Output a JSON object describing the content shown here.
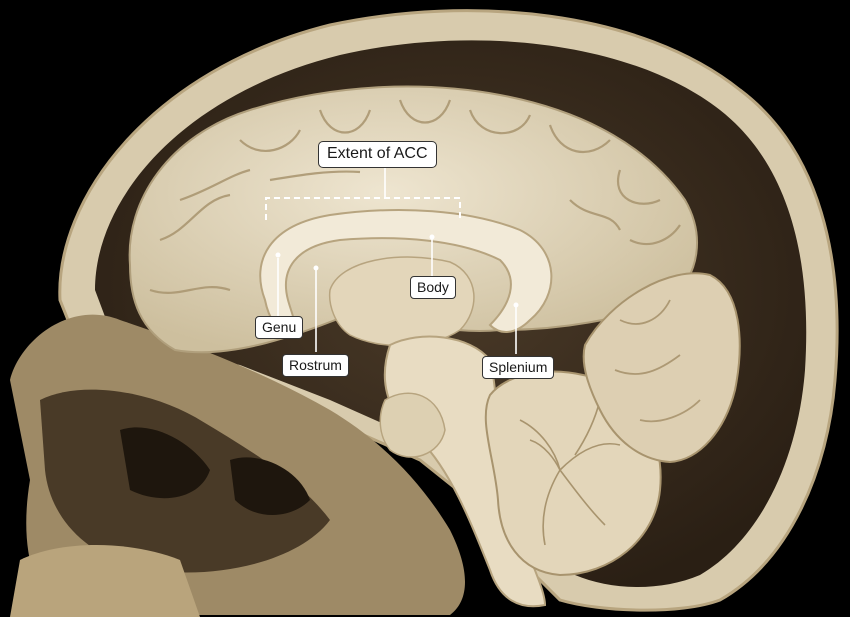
{
  "image": {
    "subject": "Midsagittal section of the human head showing the brain within the skull",
    "colors": {
      "background": "#000000",
      "bone": "#d9ccb0",
      "brain": "#e6dcc6",
      "leader_lines": "#ffffff"
    }
  },
  "labels": {
    "extent": "Extent of ACC",
    "genu": "Genu",
    "rostrum": "Rostrum",
    "body": "Body",
    "splenium": "Splenium"
  }
}
